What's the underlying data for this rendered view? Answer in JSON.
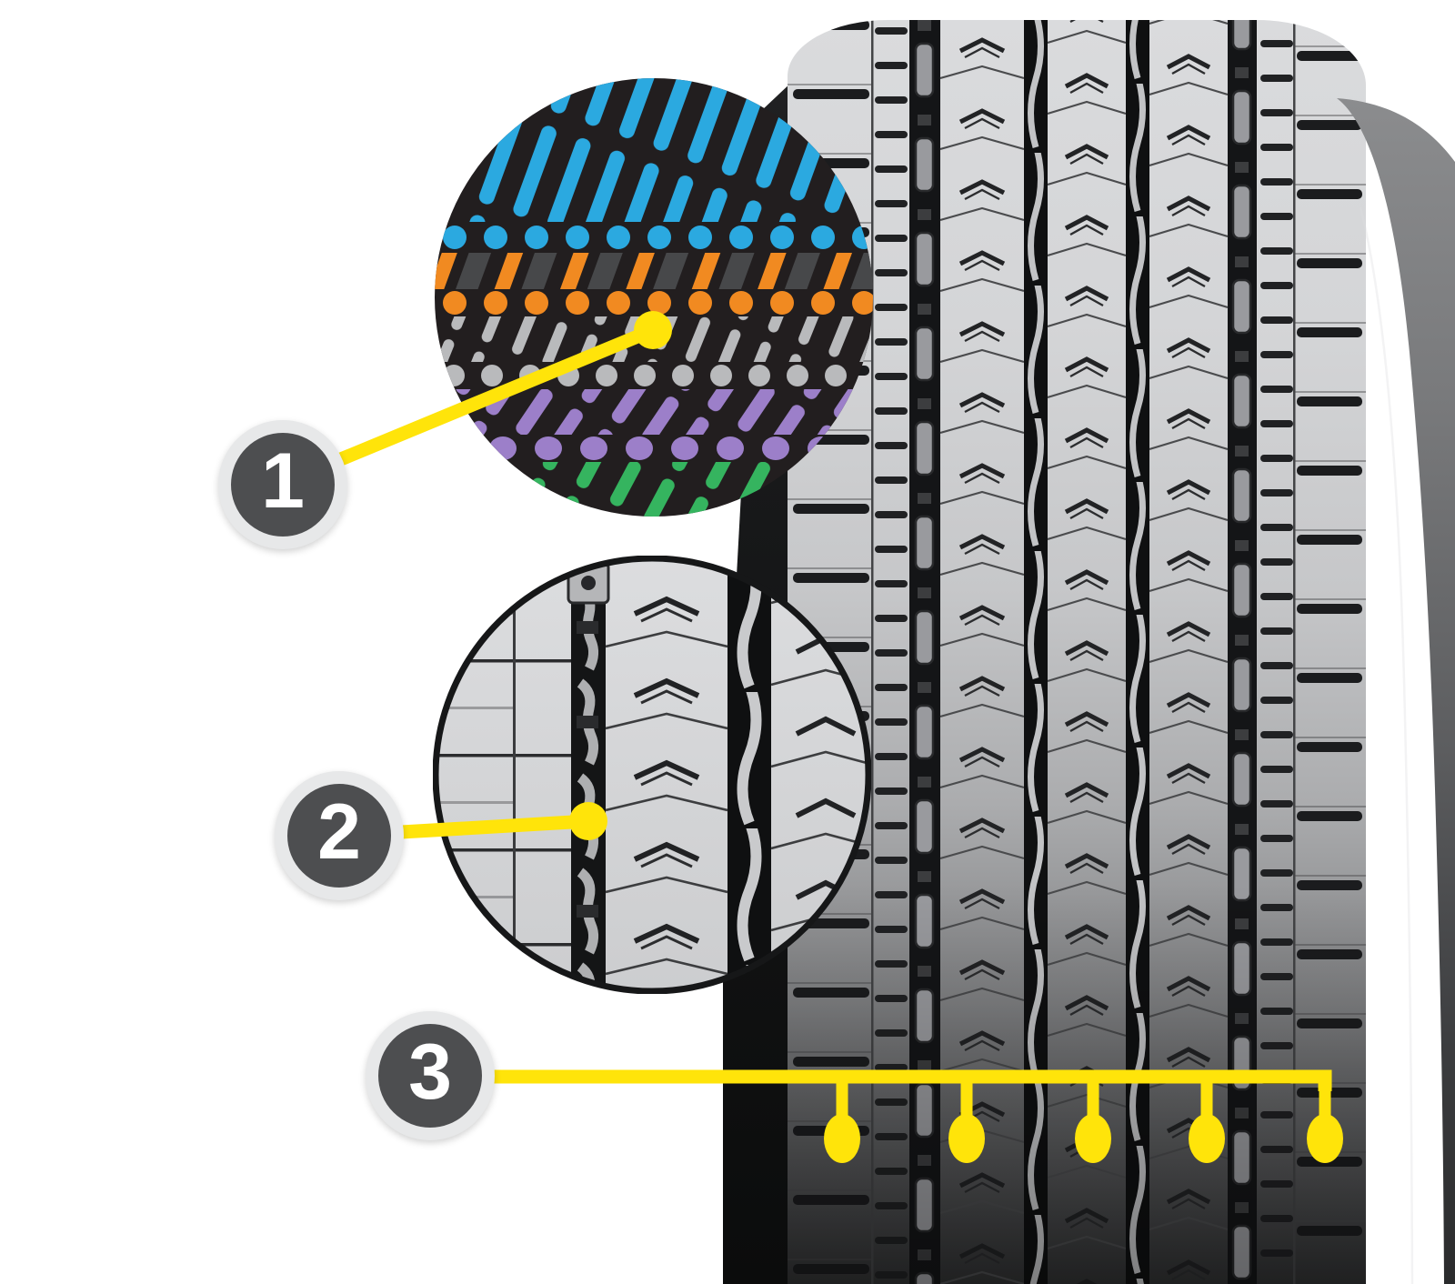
{
  "figure": {
    "kind": "tire-tread-feature-diagram",
    "background": "#ffffff"
  },
  "callouts": [
    {
      "number": "1",
      "points_to": "compound-layers-inset"
    },
    {
      "number": "2",
      "points_to": "groove-detail-inset"
    },
    {
      "number": "3",
      "points_to": "tread-ribs",
      "branch_count": 5
    }
  ],
  "insets": {
    "compound_layers": {
      "background": "#221e1f",
      "layer_colors": [
        "#2ba9e0",
        "#f18a21",
        "#b9babc",
        "#9c7fc9",
        "#35b45f"
      ],
      "alt_stripe": "#47484a"
    },
    "tread_detail": {
      "base": "#d5d6d8",
      "groove": "#121314",
      "ejector": "#aeafb1"
    }
  },
  "accent": {
    "connector_yellow": "#ffe40a",
    "badge_fill": "#4d4e50",
    "badge_ring": "#e7e8e9",
    "badge_text": "#ffffff"
  }
}
